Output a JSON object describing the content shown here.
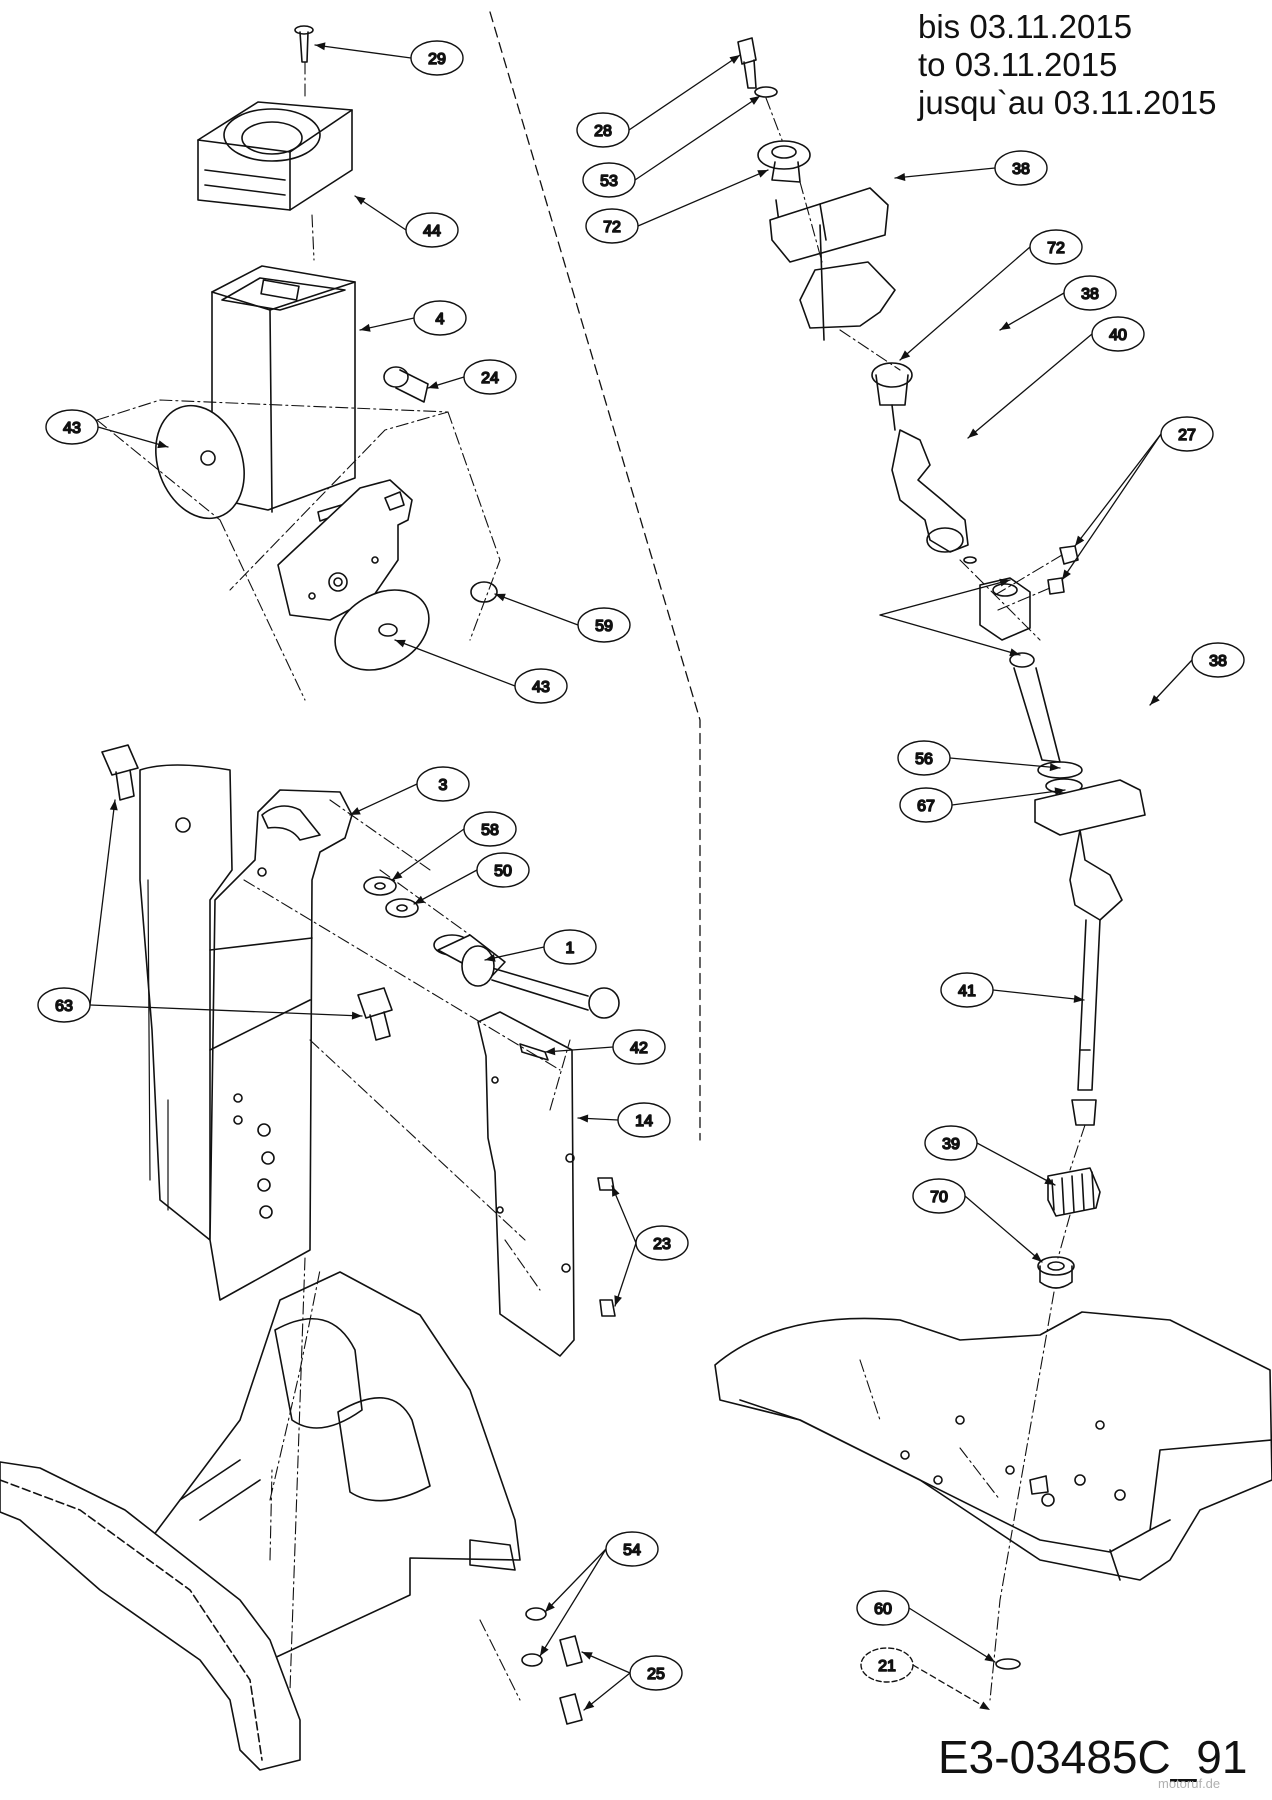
{
  "validity": {
    "line_de": "bis 03.11.2015",
    "line_en": "to 03.11.2015",
    "line_fr": "jusqu`au 03.11.2015"
  },
  "drawing_number": "E3-03485C_91",
  "watermark": "motoruf.de",
  "callouts": [
    {
      "id": "c29",
      "label": "29"
    },
    {
      "id": "c44",
      "label": "44"
    },
    {
      "id": "c4",
      "label": "4"
    },
    {
      "id": "c24",
      "label": "24"
    },
    {
      "id": "c43a",
      "label": "43"
    },
    {
      "id": "c59",
      "label": "59"
    },
    {
      "id": "c43b",
      "label": "43"
    },
    {
      "id": "c3",
      "label": "3"
    },
    {
      "id": "c58",
      "label": "58"
    },
    {
      "id": "c50",
      "label": "50"
    },
    {
      "id": "c1",
      "label": "1"
    },
    {
      "id": "c63",
      "label": "63"
    },
    {
      "id": "c42",
      "label": "42"
    },
    {
      "id": "c14",
      "label": "14"
    },
    {
      "id": "c23",
      "label": "23"
    },
    {
      "id": "c54",
      "label": "54"
    },
    {
      "id": "c25",
      "label": "25"
    },
    {
      "id": "c28",
      "label": "28"
    },
    {
      "id": "c53",
      "label": "53"
    },
    {
      "id": "c72a",
      "label": "72"
    },
    {
      "id": "c38a",
      "label": "38"
    },
    {
      "id": "c72b",
      "label": "72"
    },
    {
      "id": "c38b",
      "label": "38"
    },
    {
      "id": "c40",
      "label": "40"
    },
    {
      "id": "c27",
      "label": "27"
    },
    {
      "id": "c38c",
      "label": "38"
    },
    {
      "id": "c56",
      "label": "56"
    },
    {
      "id": "c67",
      "label": "67"
    },
    {
      "id": "c41",
      "label": "41"
    },
    {
      "id": "c39",
      "label": "39"
    },
    {
      "id": "c70",
      "label": "70"
    },
    {
      "id": "c60",
      "label": "60"
    },
    {
      "id": "c21",
      "label": "21"
    }
  ],
  "colors": {
    "line": "#111111",
    "background": "#ffffff"
  }
}
